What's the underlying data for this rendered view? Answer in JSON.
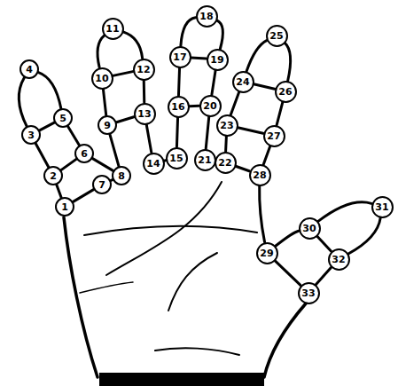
{
  "diagram": {
    "nodes": [
      {
        "text": [
          "1"
        ]
      },
      {
        "text": [
          "2"
        ]
      },
      {
        "text": [
          "3"
        ]
      },
      {
        "text": [
          "4"
        ]
      },
      {
        "text": [
          "5"
        ]
      },
      {
        "text": [
          "6"
        ]
      },
      {
        "text": [
          "7"
        ]
      },
      {
        "text": [
          "8"
        ]
      },
      {
        "text": [
          "9"
        ]
      },
      {
        "text": [
          "10"
        ]
      },
      {
        "text": [
          "11"
        ]
      },
      {
        "text": [
          "12"
        ]
      },
      {
        "text": [
          "13"
        ]
      },
      {
        "text": [
          "14"
        ]
      },
      {
        "text": [
          "15"
        ]
      },
      {
        "text": [
          "16"
        ]
      },
      {
        "text": [
          "17"
        ]
      },
      {
        "text": [
          "18"
        ]
      },
      {
        "text": [
          "19"
        ]
      },
      {
        "text": [
          "20"
        ]
      },
      {
        "text": [
          "21"
        ]
      },
      {
        "text": [
          "22"
        ]
      },
      {
        "text": [
          "23"
        ]
      },
      {
        "text": [
          "24"
        ]
      },
      {
        "text": [
          "25"
        ]
      },
      {
        "text": [
          "26"
        ]
      },
      {
        "text": [
          "27"
        ]
      },
      {
        "text": [
          "28"
        ]
      },
      {
        "text": [
          "29"
        ]
      },
      {
        "text": [
          "30"
        ]
      },
      {
        "text": [
          "31"
        ]
      },
      {
        "text": [
          "32"
        ]
      },
      {
        "text": [
          "33"
        ]
      }
    ],
    "edges": [
      {
        "from": 0,
        "to": 1,
        "arrow": "none"
      },
      {
        "from": 1,
        "to": 2,
        "arrow": "none"
      },
      {
        "from": 2,
        "to": 3,
        "arrow": "none"
      },
      {
        "from": 3,
        "to": 4,
        "arrow": "none"
      },
      {
        "from": 4,
        "to": 5,
        "arrow": "none"
      },
      {
        "from": 5,
        "to": 7,
        "arrow": "none"
      },
      {
        "from": 2,
        "to": 4,
        "arrow": "none"
      },
      {
        "from": 1,
        "to": 5,
        "arrow": "none"
      },
      {
        "from": 0,
        "to": 6,
        "arrow": "none"
      },
      {
        "from": 6,
        "to": 7,
        "arrow": "none"
      },
      {
        "from": 7,
        "to": 8,
        "arrow": "none"
      },
      {
        "from": 8,
        "to": 9,
        "arrow": "none"
      },
      {
        "from": 9,
        "to": 10,
        "arrow": "none"
      },
      {
        "from": 10,
        "to": 11,
        "arrow": "none"
      },
      {
        "from": 11,
        "to": 12,
        "arrow": "none"
      },
      {
        "from": 12,
        "to": 13,
        "arrow": "none"
      },
      {
        "from": 9,
        "to": 11,
        "arrow": "none"
      },
      {
        "from": 8,
        "to": 12,
        "arrow": "none"
      },
      {
        "from": 13,
        "to": 14,
        "arrow": "none"
      },
      {
        "from": 14,
        "to": 15,
        "arrow": "none"
      },
      {
        "from": 15,
        "to": 16,
        "arrow": "none"
      },
      {
        "from": 16,
        "to": 17,
        "arrow": "none"
      },
      {
        "from": 17,
        "to": 18,
        "arrow": "none"
      },
      {
        "from": 18,
        "to": 19,
        "arrow": "none"
      },
      {
        "from": 19,
        "to": 20,
        "arrow": "none"
      },
      {
        "from": 16,
        "to": 18,
        "arrow": "none"
      },
      {
        "from": 15,
        "to": 19,
        "arrow": "none"
      },
      {
        "from": 21,
        "to": 22,
        "arrow": "none"
      },
      {
        "from": 22,
        "to": 23,
        "arrow": "none"
      },
      {
        "from": 23,
        "to": 24,
        "arrow": "none"
      },
      {
        "from": 24,
        "to": 25,
        "arrow": "none"
      },
      {
        "from": 25,
        "to": 26,
        "arrow": "none"
      },
      {
        "from": 26,
        "to": 27,
        "arrow": "none"
      },
      {
        "from": 23,
        "to": 25,
        "arrow": "none"
      },
      {
        "from": 22,
        "to": 26,
        "arrow": "none"
      },
      {
        "from": 21,
        "to": 27,
        "arrow": "none"
      },
      {
        "from": 27,
        "to": 28,
        "arrow": "none"
      },
      {
        "from": 28,
        "to": 29,
        "arrow": "none"
      },
      {
        "from": 29,
        "to": 30,
        "arrow": "none"
      },
      {
        "from": 30,
        "to": 31,
        "arrow": "none"
      },
      {
        "from": 29,
        "to": 31,
        "arrow": "none"
      },
      {
        "from": 31,
        "to": 32,
        "arrow": "none"
      },
      {
        "from": 28,
        "to": 32,
        "arrow": "none"
      }
    ]
  }
}
